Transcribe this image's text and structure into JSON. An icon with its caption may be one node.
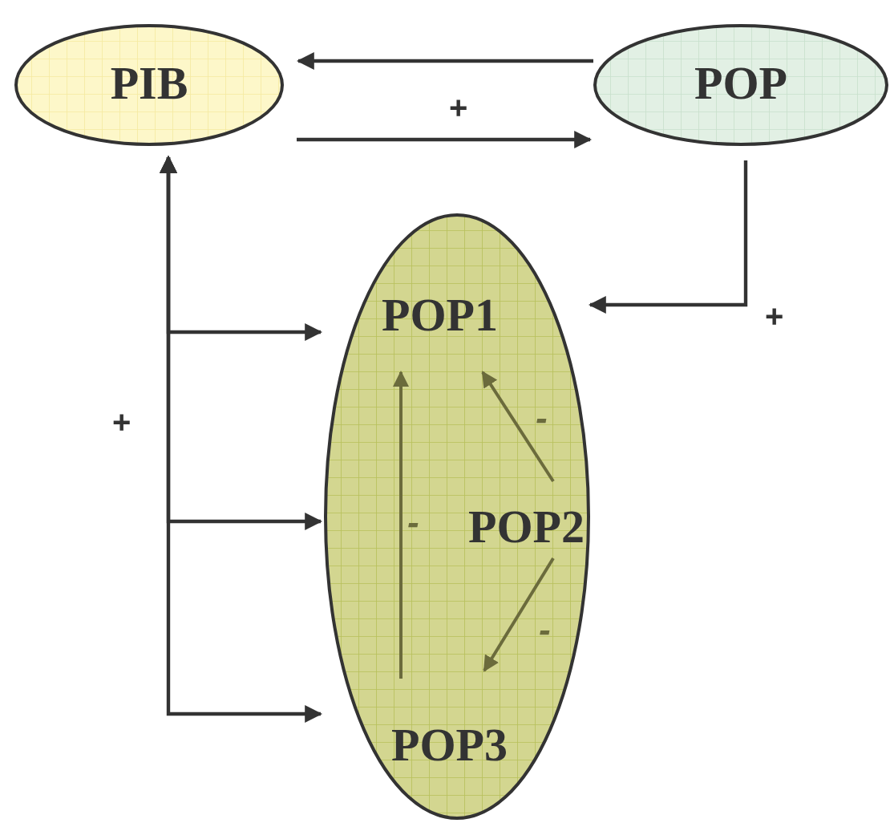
{
  "diagram": {
    "nodes": [
      {
        "text": [
          "PIB"
        ]
      },
      {
        "text": [
          "POP"
        ]
      },
      {
        "text": [],
        "shape": "ellipse"
      },
      {
        "text": [
          "POP1"
        ],
        "in": 2
      },
      {
        "text": [
          "POP2"
        ],
        "in": 2
      },
      {
        "text": [
          "POP3"
        ],
        "in": 2
      }
    ],
    "edges": [
      {
        "from": 1,
        "to": 0,
        "arrow": "to"
      },
      {
        "from": 0,
        "to": 1,
        "arrow": "to",
        "label": "+"
      },
      {
        "from": 1,
        "to": 2,
        "arrow": "to",
        "label": "+"
      },
      {
        "from": 0,
        "to": 2,
        "arrow": "both"
      },
      {
        "from": 0,
        "to": 2,
        "arrow": "both"
      },
      {
        "from": 0,
        "to": 2,
        "arrow": "both"
      },
      {
        "from": 5,
        "to": 3,
        "arrow": "to",
        "label": "-",
        "color": "#6b6b3c"
      },
      {
        "from": 4,
        "to": 3,
        "arrow": "to",
        "label": "-",
        "color": "#6b6b3c"
      },
      {
        "from": 4,
        "to": 5,
        "arrow": "to",
        "label": "-",
        "color": "#6b6b3c"
      }
    ],
    "labels": [
      "+"
    ]
  }
}
